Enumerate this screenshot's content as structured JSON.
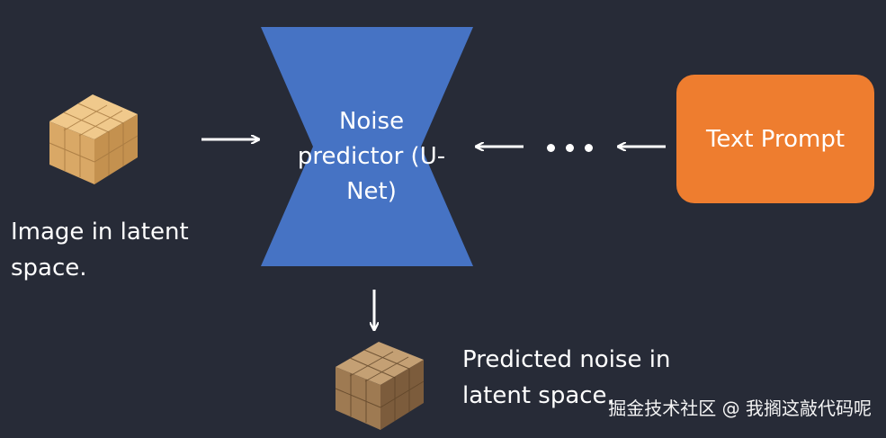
{
  "input": {
    "label": "Image in latent space."
  },
  "predictor": {
    "label": "Noise predictor (U-Net)",
    "color": "#4673c4"
  },
  "prompt": {
    "label": "Text Prompt",
    "color": "#ee7d2f"
  },
  "output": {
    "label": "Predicted noise in latent space."
  },
  "watermark": {
    "text": "掘金技术社区 @ 我搁这敲代码呢"
  },
  "colors": {
    "background": "#272b37",
    "arrow": "#ffffff",
    "cube_light": "#e2b574",
    "cube_dark": "#8a6848"
  }
}
